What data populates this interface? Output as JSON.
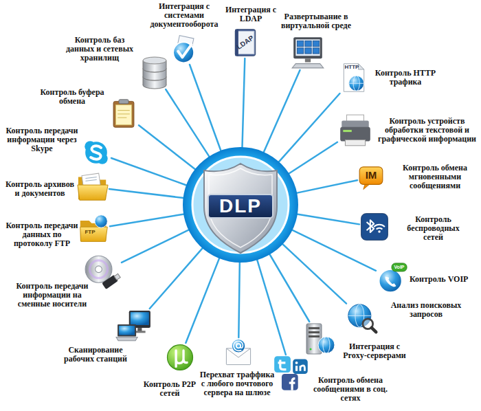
{
  "diagram": {
    "nodes": [
      {
        "text": [
          "DLP"
        ]
      },
      {
        "text": [
          "Интеграция с системами документооборота"
        ]
      },
      {
        "text": [
          "Интеграция с LDAP"
        ]
      },
      {
        "text": [
          "Развертывание в виртуальной среде"
        ]
      },
      {
        "text": [
          "Контроль HTTP трафика"
        ]
      },
      {
        "text": [
          "Контроль устройств обработки текстовой и графической информации"
        ]
      },
      {
        "text": [
          "Контроль обмена мгновенными сообщениями"
        ]
      },
      {
        "text": [
          "Контроль беспроводных сетей"
        ]
      },
      {
        "text": [
          "Контроль VOIP"
        ]
      },
      {
        "text": [
          "Анализ поисковых запросов"
        ]
      },
      {
        "text": [
          "Интеграция с Proxy-серверами"
        ]
      },
      {
        "text": [
          "Контроль обмена сообщениями в соц. сетях"
        ]
      },
      {
        "text": [
          "Перехват траффика с любого почтового сервера на шлюзе"
        ]
      },
      {
        "text": [
          "Контроль P2P сетей"
        ]
      },
      {
        "text": [
          "Сканирование рабочих станций"
        ]
      },
      {
        "text": [
          "Контроль передачи информации на сменные носители"
        ]
      },
      {
        "text": [
          "Контроль передачи данных по протоколу FTP"
        ]
      },
      {
        "text": [
          "Контроль архивов и документов"
        ]
      },
      {
        "text": [
          "Контроль передачи информации через Skype"
        ]
      },
      {
        "text": [
          "Контроль буфера обмена"
        ]
      },
      {
        "text": [
          "Контроль баз данных и сетевых хранилищ"
        ]
      }
    ],
    "edges": [
      {
        "from": 0,
        "to": 1,
        "arrow": "none"
      },
      {
        "from": 0,
        "to": 2,
        "arrow": "none"
      },
      {
        "from": 0,
        "to": 3,
        "arrow": "none"
      },
      {
        "from": 0,
        "to": 4,
        "arrow": "none"
      },
      {
        "from": 0,
        "to": 5,
        "arrow": "none"
      },
      {
        "from": 0,
        "to": 6,
        "arrow": "none"
      },
      {
        "from": 0,
        "to": 7,
        "arrow": "none"
      },
      {
        "from": 0,
        "to": 8,
        "arrow": "none"
      },
      {
        "from": 0,
        "to": 9,
        "arrow": "none"
      },
      {
        "from": 0,
        "to": 10,
        "arrow": "none"
      },
      {
        "from": 0,
        "to": 11,
        "arrow": "none"
      },
      {
        "from": 0,
        "to": 12,
        "arrow": "none"
      },
      {
        "from": 0,
        "to": 13,
        "arrow": "none"
      },
      {
        "from": 0,
        "to": 14,
        "arrow": "none"
      },
      {
        "from": 0,
        "to": 15,
        "arrow": "none"
      },
      {
        "from": 0,
        "to": 16,
        "arrow": "none"
      },
      {
        "from": 0,
        "to": 17,
        "arrow": "none"
      },
      {
        "from": 0,
        "to": 18,
        "arrow": "none"
      },
      {
        "from": 0,
        "to": 19,
        "arrow": "none"
      },
      {
        "from": 0,
        "to": 20,
        "arrow": "none"
      }
    ],
    "labels": [
      "LDAP",
      "HTTP",
      "IM",
      "VoIP",
      "FTP"
    ]
  }
}
